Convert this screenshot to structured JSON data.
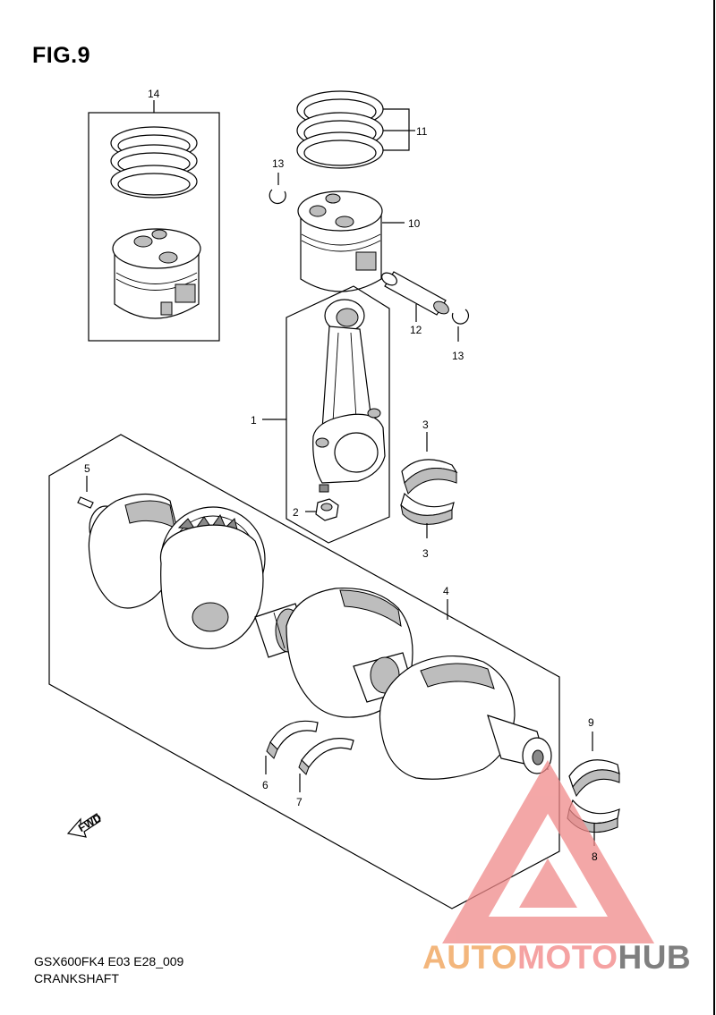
{
  "figure": {
    "title": "FIG.9",
    "model_code": "GSX600FK4 E03 E28_009",
    "section_name": "CRANKSHAFT"
  },
  "callouts": [
    {
      "id": "part-14",
      "label": "14"
    },
    {
      "id": "part-11",
      "label": "11"
    },
    {
      "id": "part-13-top",
      "label": "13"
    },
    {
      "id": "part-10",
      "label": "10"
    },
    {
      "id": "part-12",
      "label": "12"
    },
    {
      "id": "part-13-bottom",
      "label": "13"
    },
    {
      "id": "part-1",
      "label": "1"
    },
    {
      "id": "part-2",
      "label": "2"
    },
    {
      "id": "part-3-top",
      "label": "3"
    },
    {
      "id": "part-3-bottom",
      "label": "3"
    },
    {
      "id": "part-5",
      "label": "5"
    },
    {
      "id": "part-4",
      "label": "4"
    },
    {
      "id": "part-6",
      "label": "6"
    },
    {
      "id": "part-7",
      "label": "7"
    },
    {
      "id": "part-9",
      "label": "9"
    },
    {
      "id": "part-8",
      "label": "8"
    }
  ],
  "fwd_arrow": {
    "label": "FWD"
  },
  "watermark": {
    "part1": "AUTO",
    "part2": "MOTO",
    "part3": "HUB",
    "color_auto": "#f3b67c",
    "color_moto": "#f5a2a2",
    "color_hub": "#7f7f7f",
    "logo_color": "#f08a8a"
  }
}
